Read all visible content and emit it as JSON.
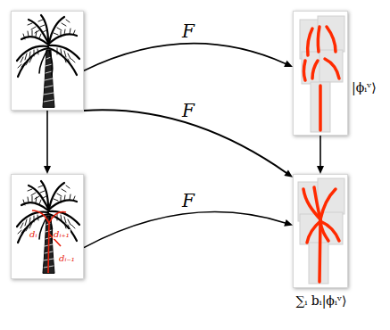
{
  "diagram": {
    "nodes": [
      {
        "text": []
      },
      {
        "text": [
          "|ϕᵢᵛ⟩"
        ]
      },
      {
        "text": [
          "dᵢ",
          "dᵢ₊₁",
          "dᵢ₋₁"
        ]
      },
      {
        "text": [
          "∑ᵢ bᵢ|ϕᵢᵛ⟩"
        ]
      }
    ],
    "edges": [
      {
        "from": 0,
        "to": 1,
        "label": "F",
        "arrow": "to"
      },
      {
        "from": 0,
        "to": 3,
        "label": "F",
        "arrow": "to"
      },
      {
        "from": 2,
        "to": 3,
        "label": "F",
        "arrow": "to"
      },
      {
        "from": 0,
        "to": 2,
        "arrow": "to"
      },
      {
        "from": 1,
        "to": 3,
        "arrow": "to"
      }
    ]
  }
}
